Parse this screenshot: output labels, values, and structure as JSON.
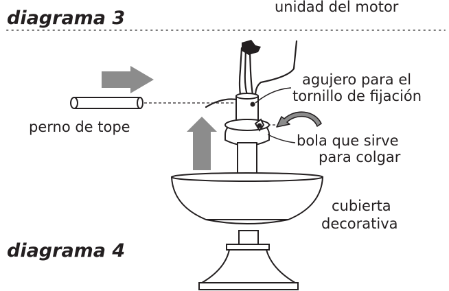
{
  "headings": {
    "diagram3": "diagrama 3",
    "diagram4": "diagrama 4"
  },
  "labels": {
    "motor_unit": "unidad del motor",
    "screw_hole_line1": "agujero para el",
    "screw_hole_line2": "tornillo de fijación",
    "stop_pin": "perno de tope",
    "hanging_ball_line1": "bola que sirve",
    "hanging_ball_line2": "para colgar",
    "canopy_line1": "cubierta",
    "canopy_line2": "decorativa"
  },
  "colors": {
    "ink": "#231f20",
    "arrow_gray": "#8c8c8c",
    "dotted_rule": "#7a7a7a"
  }
}
